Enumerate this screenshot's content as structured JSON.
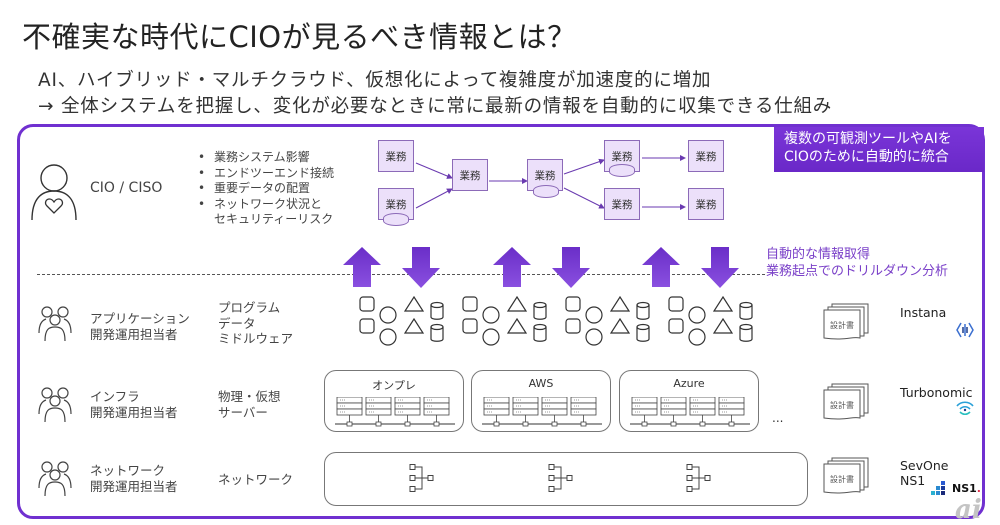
{
  "header": {
    "title": "不確実な時代にCIOが見るべき情報とは？",
    "subtitle_line1": "AI、ハイブリッド・マルチクラウド、仮想化によって複雑度が加速度的に増加",
    "subtitle_line2": "→ 全体システムを把握し、変化が必要なときに常に最新の情報を自動的に収集できる仕組み"
  },
  "callout": {
    "line1": "複数の可観測ツールやAIを",
    "line2": "CIOのために自動的に統合"
  },
  "executive": {
    "role": "CIO / CISO",
    "icon": "person-heart-icon",
    "concerns": [
      "業務システム影響",
      "エンドツーエンド接続",
      "重要データの配置",
      "ネットワーク状況と"
    ],
    "concerns_continuation": "セキュリティーリスク"
  },
  "business_flow": {
    "node_label": "業務",
    "node_count": 8
  },
  "drilldown": {
    "line1": "自動的な情報取得",
    "line2": "業務起点でのドリルダウン分析",
    "arrows": [
      "up",
      "down",
      "up",
      "down",
      "up",
      "down"
    ]
  },
  "layers": [
    {
      "role_line1": "アプリケーション",
      "role_line2": "開発運用担当者",
      "desc": [
        "プログラム",
        "データ",
        "ミドルウェア"
      ],
      "doc_label": "設計書",
      "tool": [
        "Instana"
      ],
      "tool_icon": "instana-logo-icon"
    },
    {
      "role_line1": "インフラ",
      "role_line2": "開発運用担当者",
      "desc": [
        "物理・仮想",
        "サーバー"
      ],
      "environments": [
        "オンプレ",
        "AWS",
        "Azure"
      ],
      "more": "...",
      "doc_label": "設計書",
      "tool": [
        "Turbonomic"
      ],
      "tool_icon": "turbonomic-logo-icon"
    },
    {
      "role_line1": "ネットワーク",
      "role_line2": "開発運用担当者",
      "desc": [
        "ネットワーク"
      ],
      "doc_label": "設計書",
      "tool": [
        "SevOne",
        "NS1"
      ],
      "tool_icon": "ns1-logo-icon",
      "logo_text": "NS1"
    }
  ],
  "colors": {
    "accent": "#7030d0",
    "node_fill": "#ece0fa",
    "node_border": "#8c6ab8",
    "drill_text": "#7a40c8"
  },
  "watermark": "ai"
}
